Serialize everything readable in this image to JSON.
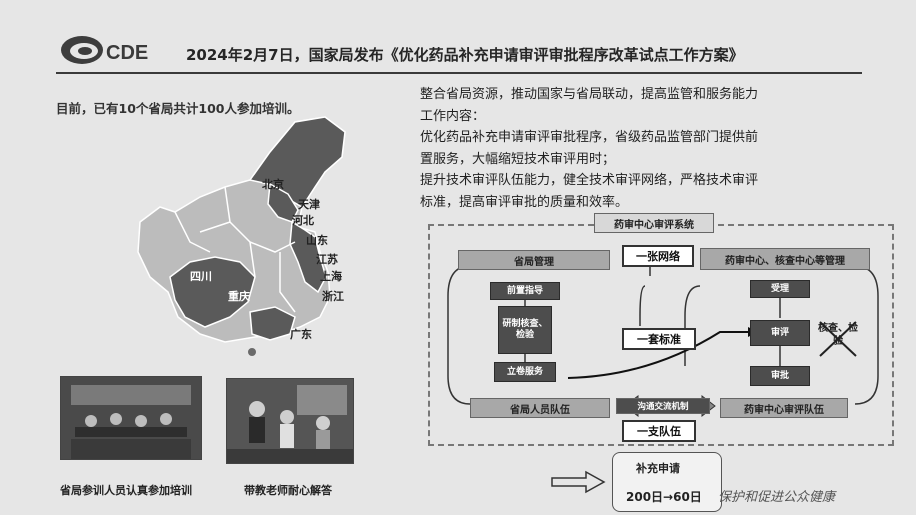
{
  "header": {
    "logo_text": "CDE",
    "title": "2024年2月7日，国家局发布《优化药品补充申请审评审批程序改革试点工作方案》"
  },
  "left": {
    "intro": "目前，已有10个省局共计100人参加培训。",
    "map_labels": {
      "beijing": "北京",
      "tianjin": "天津",
      "hebei": "河北",
      "shandong": "山东",
      "jiangsu": "江苏",
      "shanghai": "上海",
      "zhejiang": "浙江",
      "sichuan": "四川",
      "chongqing": "重庆",
      "guangdong": "广东"
    },
    "photo1_caption": "省局参训人员认真参加培训",
    "photo2_caption": "带教老师耐心解答"
  },
  "right": {
    "paragraph": [
      "整合省局资源，推动国家与省局联动，提高监管和服务能力",
      "工作内容：",
      "优化药品补充申请审评审批程序，省级药品监管部门提供前",
      "置服务，大幅缩短技术审评用时；",
      "提升技术审评队伍能力，健全技术审评网络，严格技术审评",
      "标准，提高审评审批的质量和效率。"
    ],
    "diagram": {
      "title": "药审中心审评系统",
      "left_header": "省局管理",
      "right_header": "药审中心、核查中心等管理",
      "network_label": "一张网络",
      "standard_label": "一套标准",
      "team_label": "一支队伍",
      "comm_label": "沟通交流机制",
      "left_footer": "省局人员队伍",
      "right_footer": "药审中心审评队伍",
      "left_steps": [
        "前置指导",
        "研制核查、检验",
        "立卷服务"
      ],
      "right_steps": [
        "受理",
        "审评",
        "审批"
      ],
      "crossed_item": "核查、检验"
    },
    "bottom_box": {
      "title": "补充申请",
      "value": "200日→60日"
    },
    "slogan": "保护和促进公众健康"
  }
}
